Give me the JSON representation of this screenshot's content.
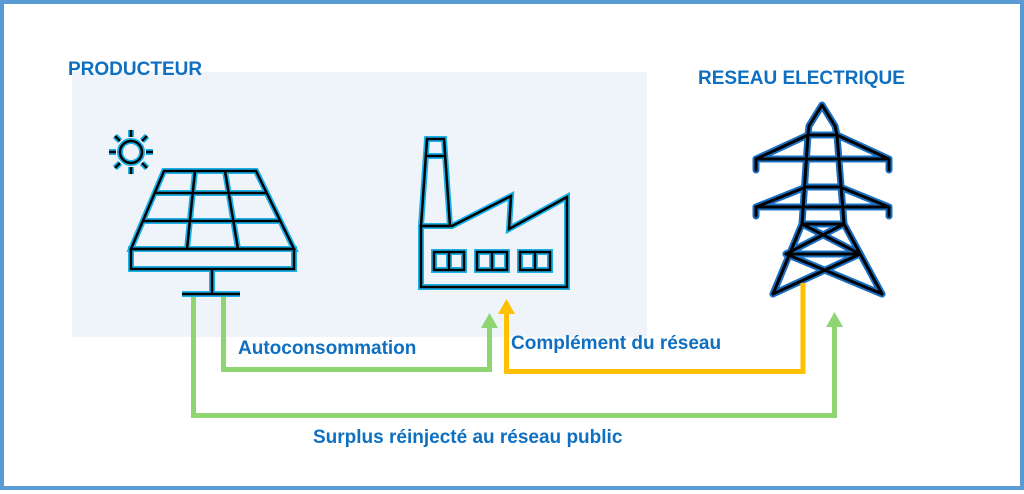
{
  "titles": {
    "producer": "PRODUCTEUR",
    "grid": "RESEAU ELECTRIQUE"
  },
  "flows": {
    "self_consumption": "Autoconsommation",
    "grid_complement": "Complément du réseau",
    "surplus": "Surplus réinjecté au réseau public"
  },
  "icons": {
    "sun": "sun-icon",
    "solar_panel": "solar-panel-icon",
    "factory": "factory-icon",
    "pylon": "power-pylon-icon"
  },
  "colors": {
    "frame": "#5b9bd5",
    "panel_bg": "#eff4fa",
    "text": "#0f6fc0",
    "green_arrow": "#8fd672",
    "yellow_arrow": "#ffc000",
    "icon_glow_light": "#1ab0e8",
    "icon_glow_dark": "#1a6fc0"
  }
}
